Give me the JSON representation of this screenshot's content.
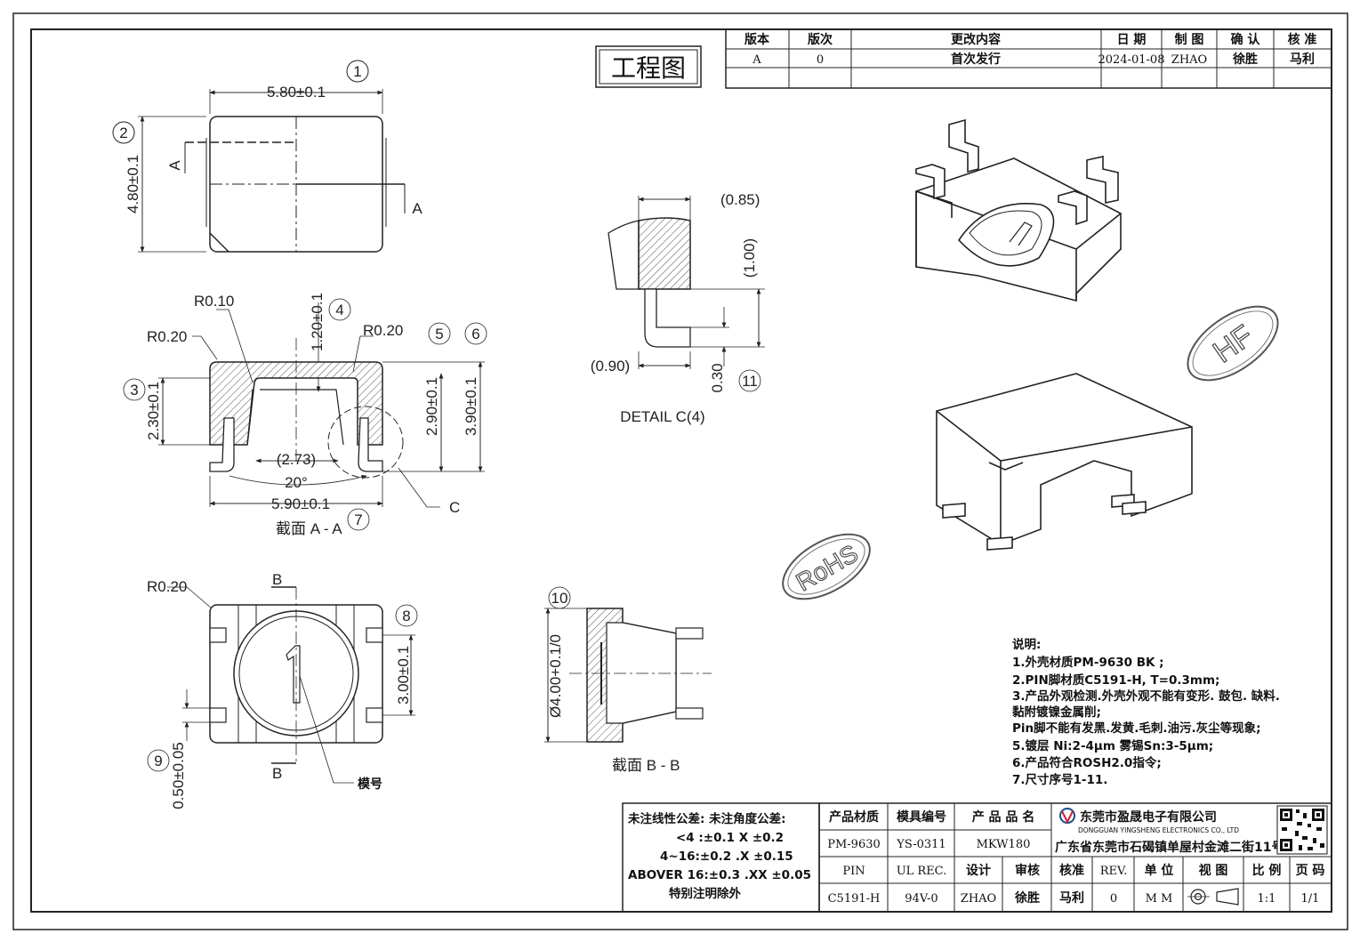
{
  "stamp_title": "工程图",
  "revision_table": {
    "headers": [
      "版本",
      "版次",
      "更改内容",
      "日 期",
      "制 图",
      "确 认",
      "核 准"
    ],
    "row": [
      "A",
      "0",
      "首次发行",
      "2024-01-08",
      "ZHAO",
      "徐胜",
      "马利"
    ]
  },
  "top_view": {
    "balloon_1": "1",
    "balloon_2": "2",
    "width_dim": "5.80±0.1",
    "height_dim": "4.80±0.1",
    "section_mark": "A"
  },
  "section_aa": {
    "r_010": "R0.10",
    "r_020_left": "R0.20",
    "r_020_right": "R0.20",
    "dim_120": "1.20±0.1",
    "dim_230": "2.30±0.1",
    "dim_290": "2.90±0.1",
    "dim_390": "3.90±0.1",
    "dim_273": "(2.73)",
    "dim_angle": "20°",
    "dim_590": "5.90±0.1",
    "detail_mark": "C",
    "balloon_3": "3",
    "balloon_4": "4",
    "balloon_5": "5",
    "balloon_6": "6",
    "balloon_7": "7",
    "label": "截面 A - A"
  },
  "detail_c": {
    "dim_085": "(0.85)",
    "dim_100": "(1.00)",
    "dim_090": "(0.90)",
    "dim_030": "0.30",
    "balloon_11": "11",
    "label": "DETAIL C(4)"
  },
  "bottom_view": {
    "r_020": "R0.20",
    "section_mark": "B",
    "dim_300": "3.00±0.1",
    "dim_050": "0.50±0.05",
    "balloon_8": "8",
    "balloon_9": "9",
    "cavity_number": "1",
    "cavity_label": "模号"
  },
  "section_bb": {
    "dim_400": "Ø4.00+0.1/0",
    "balloon_10": "10",
    "label": "截面 B - B"
  },
  "stamps": {
    "hf": "HF",
    "rohs": "RoHS"
  },
  "notes": {
    "title": "说明:",
    "lines": [
      "1.外壳材质PM-9630 BK ;",
      "2.PIN脚材质C5191-H, T=0.3mm;",
      "3.产品外观检测.外壳外观不能有变形. 鼓包. 缺料.",
      "  黏附镀镍金属削;",
      "  Pin脚不能有发黑.发黄.毛刺.油污.灰尘等现象;",
      "5.镀层 Ni:2-4μm 雾锡Sn:3-5μm;",
      "6.产品符合ROSH2.0指令;",
      "7.尺寸序号1-11."
    ]
  },
  "tolerance": {
    "line1": "未注线性公差:  未注角度公差:",
    "line2": "<4 :±0.1  X ±0.2",
    "line3": "4~16:±0.2  .X ±0.15",
    "line4": "ABOVER 16:±0.3  .XX ±0.05",
    "line5": "特别注明除外"
  },
  "title_block": {
    "h_material": "产品材质",
    "h_mold": "模具编号",
    "h_name": "产 品 品 名",
    "material": "PM-9630",
    "mold": "YS-0311",
    "name": "MKW180",
    "company_cn": "东莞市盈晟电子有限公司",
    "company_en": "DONGGUAN YINGSHENG ELECTRONICS CO., LTD",
    "address": "广东省东莞市石碣镇单屋村金滩二街11号",
    "r2": [
      "PIN",
      "UL REC.",
      "设计",
      "审核",
      "核准",
      "REV.",
      "单 位",
      "视 图",
      "比 例",
      "页 码"
    ],
    "r3": [
      "C5191-H",
      "94V-0",
      "ZHAO",
      "徐胜",
      "马利",
      "0",
      "M M",
      "",
      "1:1",
      "1/1"
    ]
  }
}
